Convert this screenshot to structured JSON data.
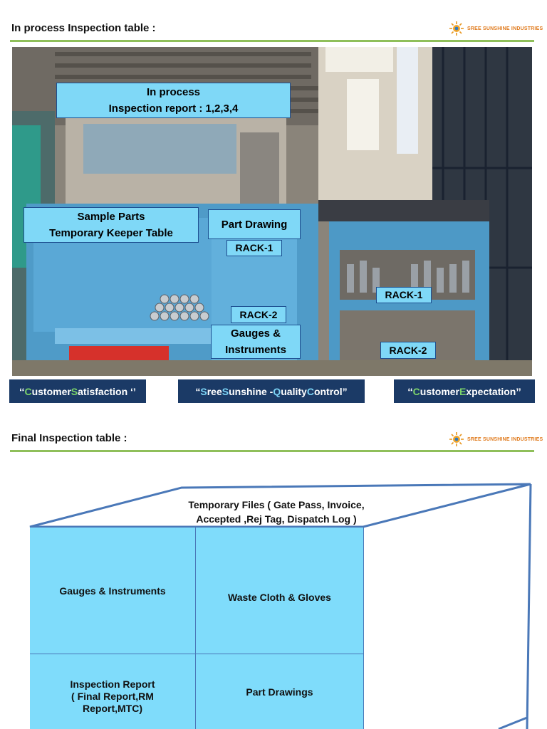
{
  "section1": {
    "title": "In process Inspection table  :",
    "logo": "SREE SUNSHINE INDUSTRIES"
  },
  "labels": {
    "report_line1": "In process",
    "report_line2": "Inspection report : 1,2,3,4",
    "sample_line1": "Sample Parts",
    "sample_line2": "Temporary Keeper Table",
    "part_drawing": "Part Drawing",
    "rack1_left": "RACK-1",
    "rack2_left": "RACK-2",
    "gauges_line1": "Gauges &",
    "gauges_line2": "Instruments",
    "rack1_right": "RACK-1",
    "rack2_right": "RACK-2"
  },
  "banners": {
    "b1": {
      "q1": "‘‘",
      "c1": "C",
      "t1": "ustomer ",
      "c2": "S",
      "t2": "atisfaction ‘’"
    },
    "b2": {
      "q1": "“",
      "c1": "S",
      "t1": "ree ",
      "c2": "S",
      "t2": "unshine - ",
      "c3": "Q",
      "t3": "uality ",
      "c4": "C",
      "t4": "ontrol”"
    },
    "b3": {
      "q1": "‘‘",
      "c1": "C",
      "t1": "ustomer ",
      "c2": "E",
      "t2": "xpectation’’"
    }
  },
  "section2": {
    "title": "Final Inspection table  :",
    "logo": "SREE SUNSHINE INDUSTRIES"
  },
  "table": {
    "top_line1": "Temporary Files ( Gate Pass, Invoice,",
    "top_line2": "Accepted ,Rej Tag, Dispatch Log )",
    "cell_tl": "Gauges & Instruments",
    "cell_tr": "Waste Cloth & Gloves",
    "cell_bl_1": "Inspection Report",
    "cell_bl_2": "( Final Report,RM",
    "cell_bl_3": "Report,MTC)",
    "cell_br": "Part Drawings"
  },
  "colors": {
    "label_fill": "#7fd8f7",
    "label_border": "#1d4f91",
    "banner_bg": "#1b3a66",
    "rule": "#8fbf5a",
    "cell_fill": "#7fdcfb",
    "box_line": "#4a78b8"
  }
}
